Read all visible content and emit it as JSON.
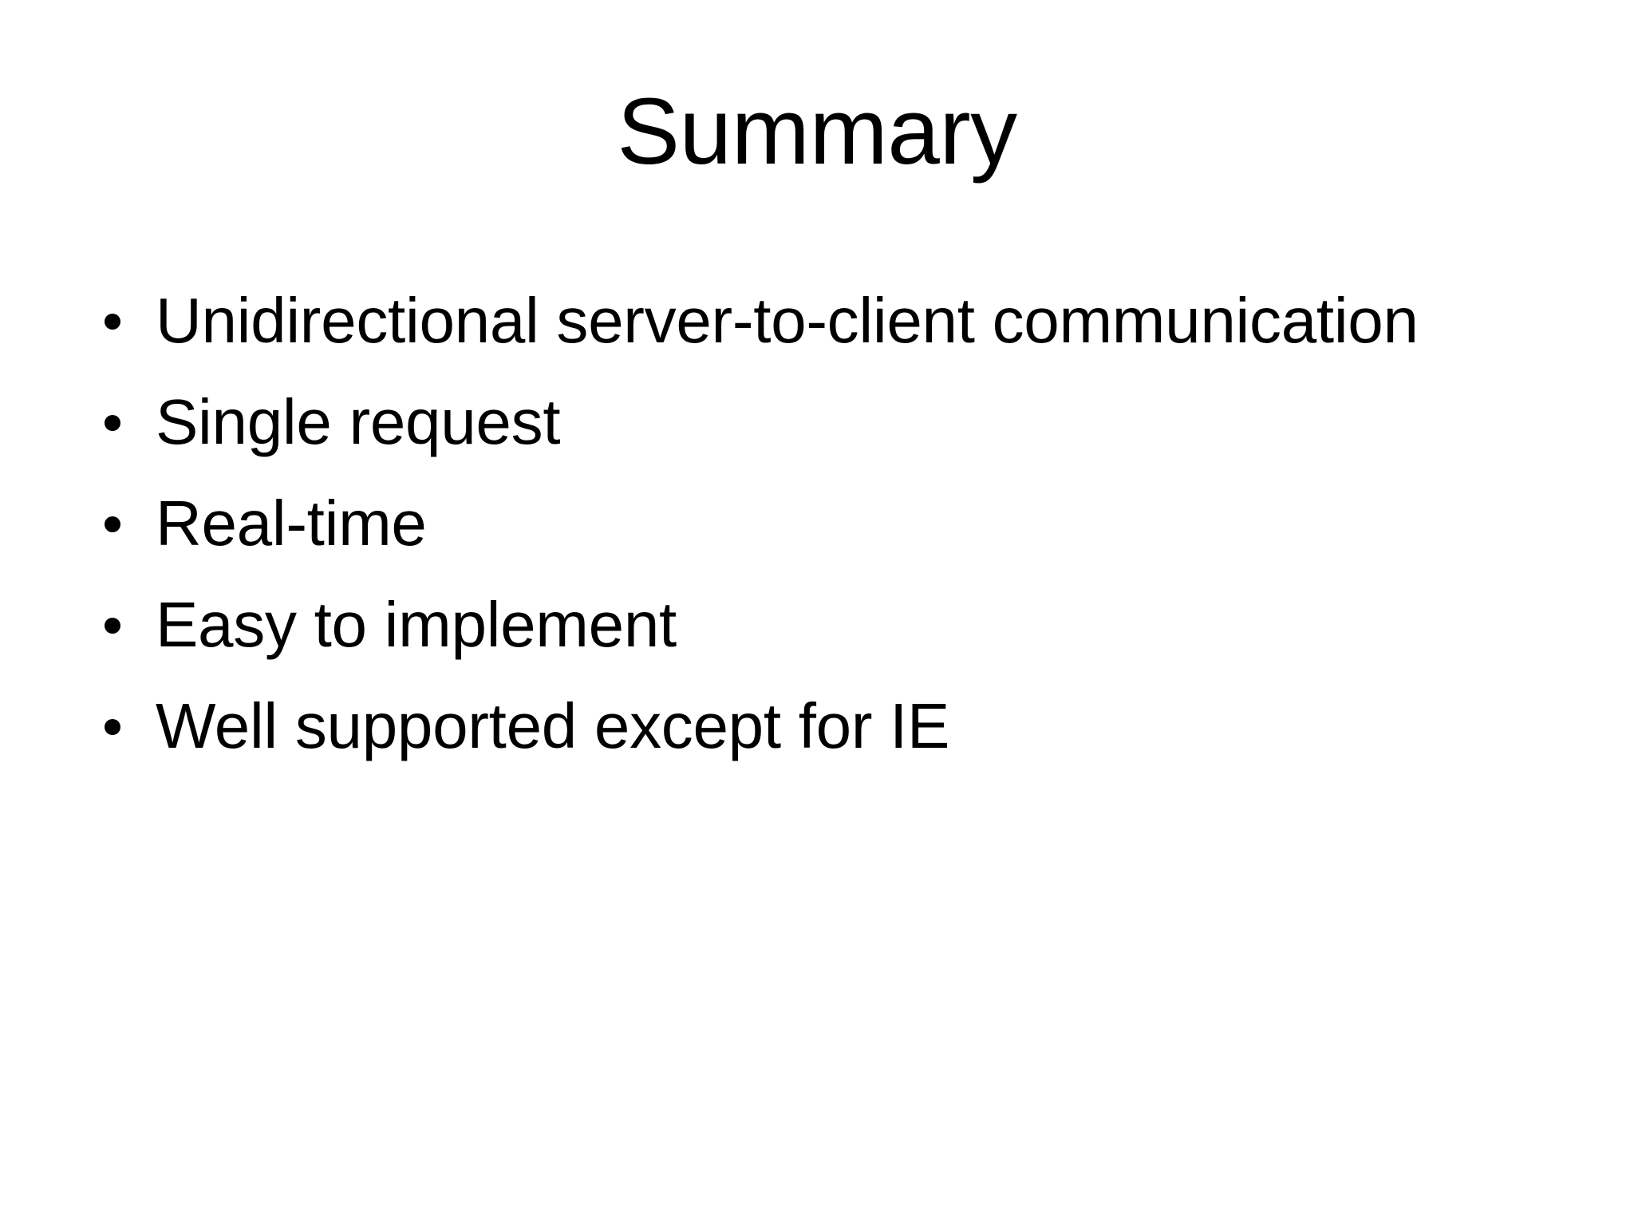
{
  "slide": {
    "title": "Summary",
    "background_color": "#ffffff",
    "text_color": "#000000",
    "bullet_marker": "bullet-dot",
    "bullets": [
      {
        "text": "Unidirectional server-to-client communication"
      },
      {
        "text": "Single request"
      },
      {
        "text": "Real-time"
      },
      {
        "text": "Easy to implement"
      },
      {
        "text": "Well supported except for IE"
      }
    ]
  }
}
